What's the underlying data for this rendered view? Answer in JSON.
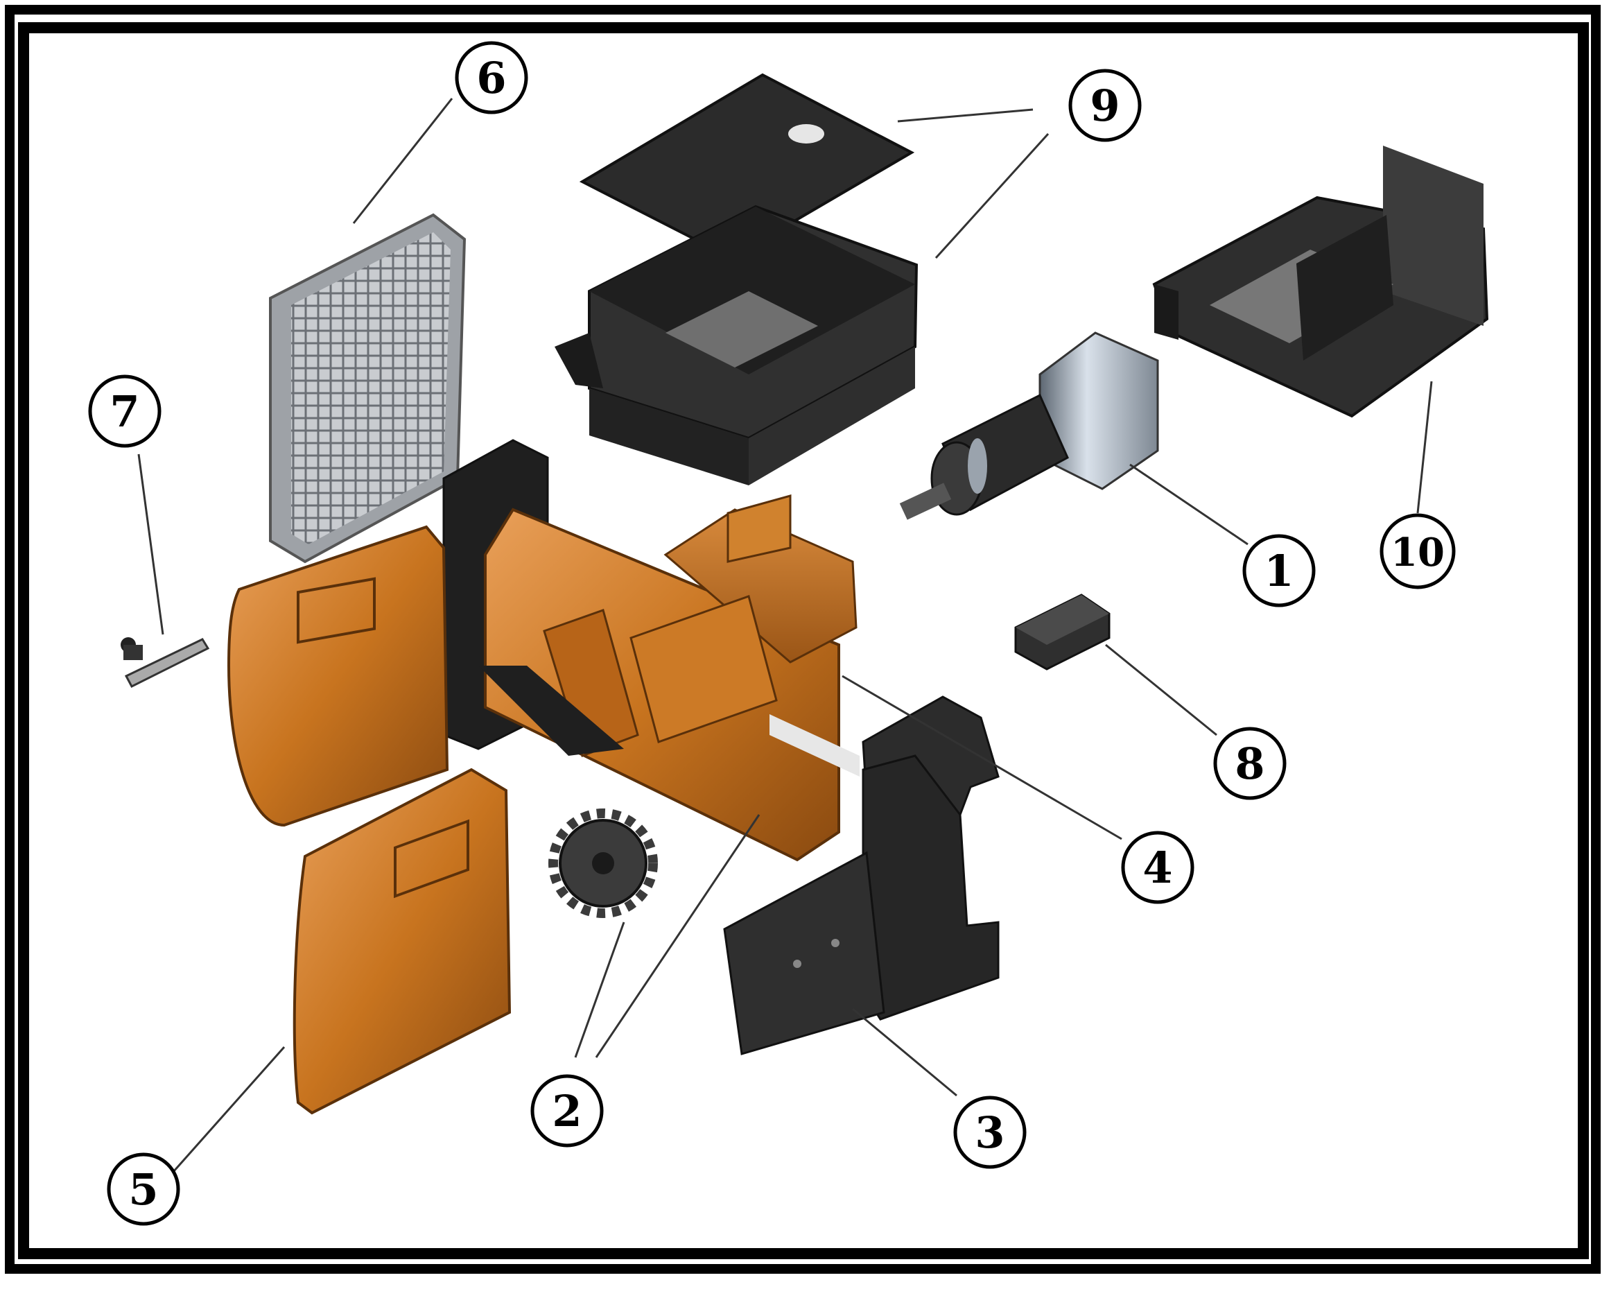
{
  "figure": {
    "border_color": "#000000",
    "background": "#ffffff",
    "colors": {
      "orange": "#c8741f",
      "orange_dark": "#8a4a10",
      "orange_light": "#e39a4e",
      "dark": "#262626",
      "dark_mid": "#3a3a3a",
      "dark_light": "#555555",
      "metal": "#b9c2cc",
      "grey": "#8f9296"
    }
  },
  "callouts": [
    {
      "id": "1",
      "label": "1"
    },
    {
      "id": "2",
      "label": "2"
    },
    {
      "id": "3",
      "label": "3"
    },
    {
      "id": "4",
      "label": "4"
    },
    {
      "id": "5",
      "label": "5"
    },
    {
      "id": "6",
      "label": "6"
    },
    {
      "id": "7",
      "label": "7"
    },
    {
      "id": "8",
      "label": "8"
    },
    {
      "id": "9",
      "label": "9"
    },
    {
      "id": "10",
      "label": "10"
    }
  ]
}
